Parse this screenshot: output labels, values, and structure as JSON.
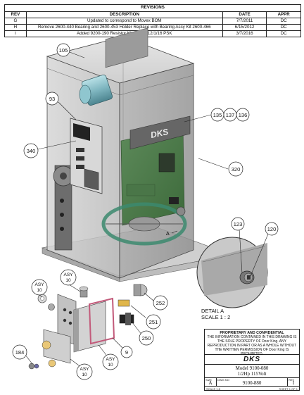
{
  "revisions": {
    "title": "REVISIONS",
    "headers": [
      "REV",
      "DESCRIPTION",
      "DATE",
      "APPR"
    ],
    "rows": [
      [
        "G",
        "Updated to correspond to Movex BOM",
        "7/7/2011",
        "DC"
      ],
      [
        "H",
        "Remove 2600-440 Bearing and 2600-453 Holder Replace with Bearing Assy Kit 2600-466",
        "6/15/2012",
        "DC"
      ],
      [
        "I",
        "Added 9200-190 Resistor Kit UL325     12/1/16   PSK",
        "3/7/2016",
        "DC"
      ]
    ]
  },
  "callouts": {
    "c105": "105",
    "c93": "93",
    "c340": "340",
    "c135": "135",
    "c137": "137",
    "c136": "136",
    "c320": "320",
    "c123": "123",
    "c120": "120",
    "c252": "252",
    "c251": "251",
    "c250": "250",
    "c9": "9",
    "c184": "184"
  },
  "asy_labels": {
    "a1": [
      "ASY",
      "10"
    ],
    "a2": [
      "ASY",
      "10"
    ],
    "a3": [
      "ASY",
      "10"
    ],
    "a4": [
      "ASY",
      "10"
    ]
  },
  "detail": {
    "line1": "DETAIL A",
    "line2": "SCALE 1 : 2",
    "marker": "A"
  },
  "brand_panel": "DKS",
  "title_block": {
    "prop_title": "PROPRIETARY AND CONFIDENTIAL",
    "prop_text": "THE INFORMATION CONTAINED IN THIS DRAWING IS THE SOLE PROPERTY OF Door King. ANY REPRODUCTION IN PART OR AS A WHOLE WITHOUT THE WRITTEN PERMISSION OF Door King IS PROHIBITED.",
    "logo": "DKS",
    "model_line1": "Model 9100-080",
    "model_line2": "1/2Hp 115Volt",
    "size_label": "SIZE",
    "size_value": "A",
    "dwg_label": "DWG NO",
    "dwg_value": "9100-880",
    "rev_label": "REV",
    "rev_value": "I",
    "scale_text": "SCALE 1:8",
    "sheet_text": "SHEET 1 OF 1"
  }
}
